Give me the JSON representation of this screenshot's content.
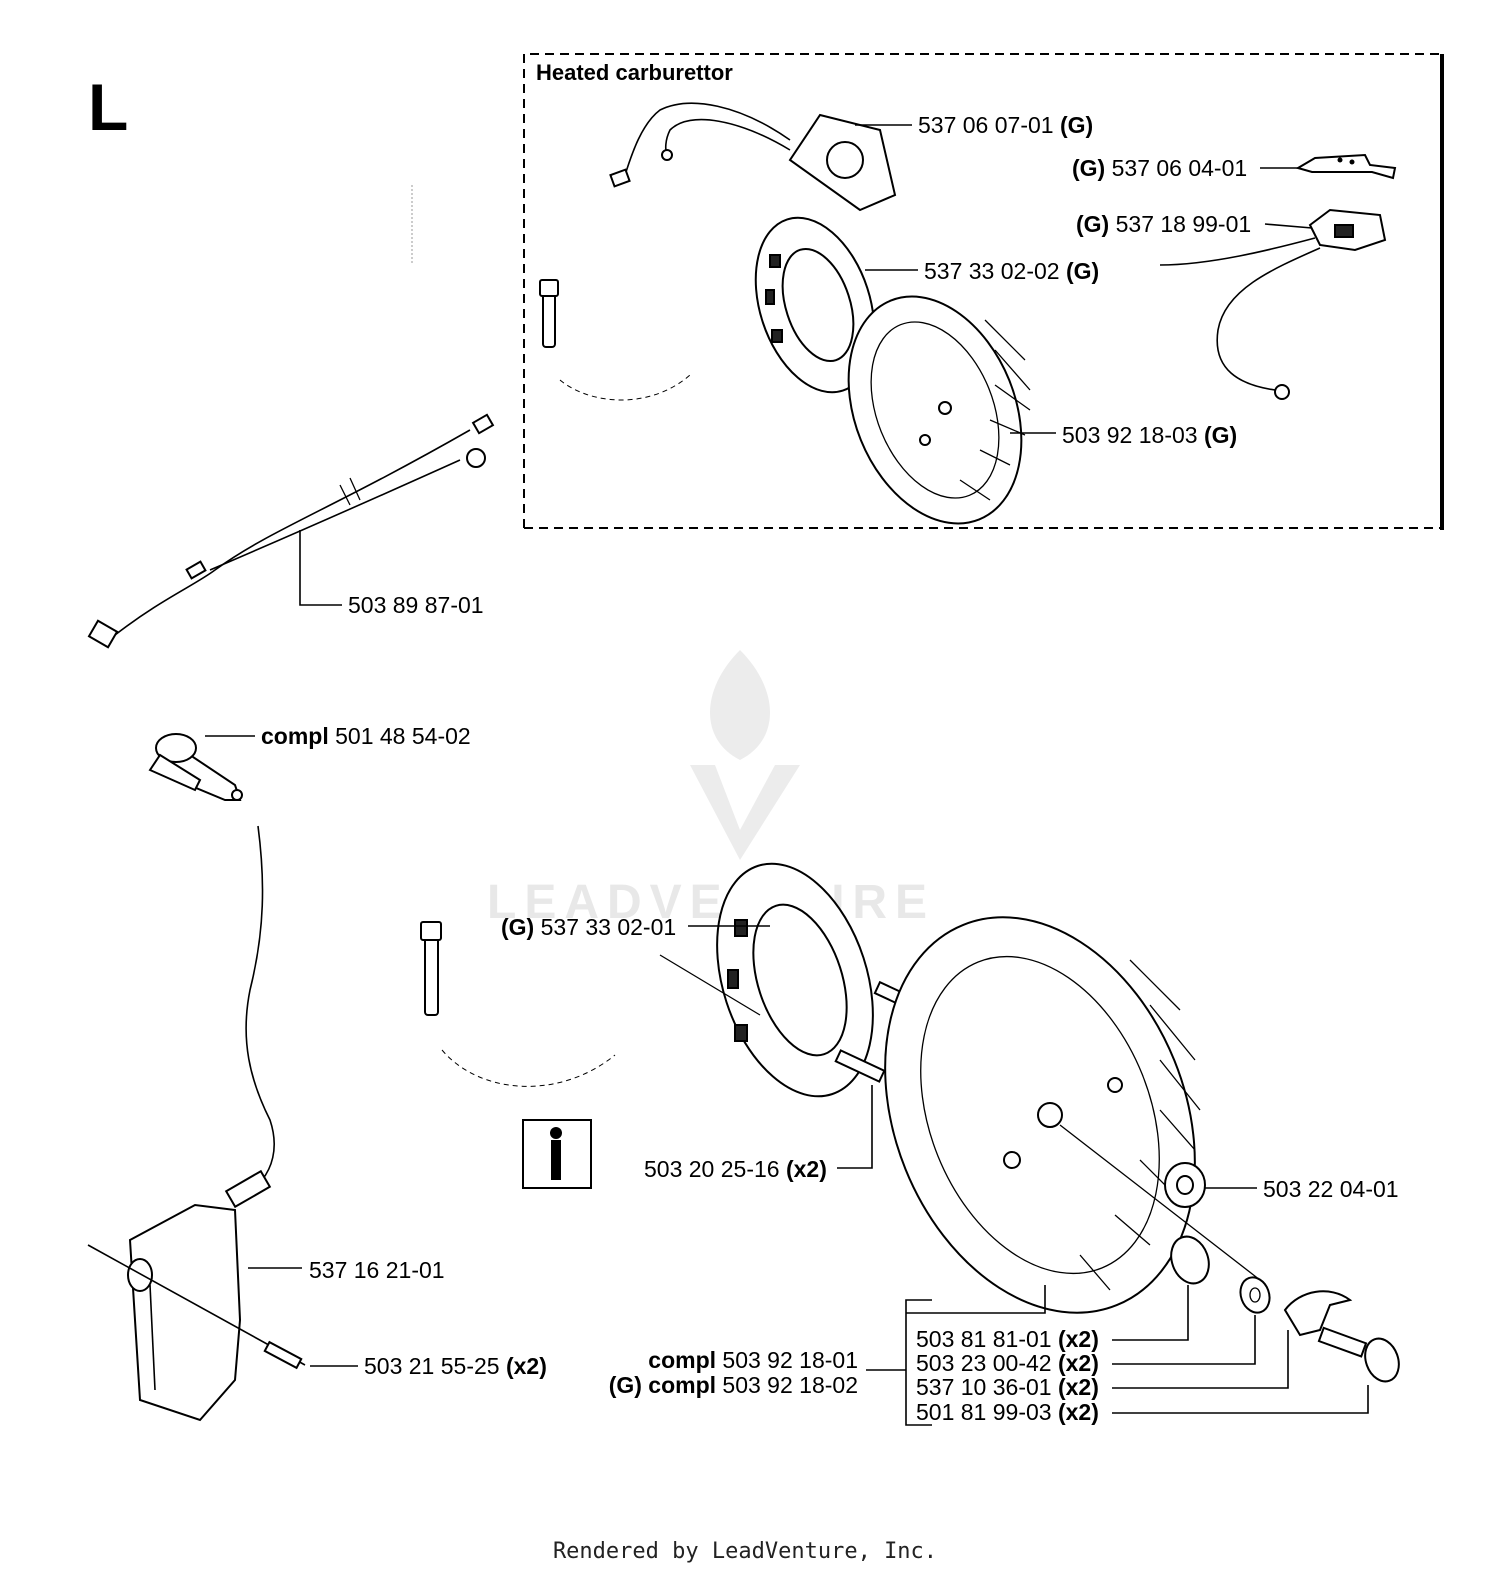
{
  "section_letter": "L",
  "inset": {
    "title": "Heated carburettor"
  },
  "watermark": "LEADVENTURE",
  "footer": "Rendered by LeadVenture, Inc.",
  "labels": {
    "p1": {
      "num": "537 06 07-01",
      "suffix": "(G)"
    },
    "p2": {
      "prefix": "(G)",
      "num": "537 06 04-01"
    },
    "p3": {
      "prefix": "(G)",
      "num": "537 18 99-01"
    },
    "p4": {
      "num": "537 33 02-02",
      "suffix": "(G)"
    },
    "p5": {
      "num": "503 92 18-03",
      "suffix": "(G)"
    },
    "p6": {
      "num": "503 89 87-01"
    },
    "p7": {
      "prefix": "compl",
      "num": "501 48 54-02"
    },
    "p8": {
      "prefix": "(G)",
      "num": "537 33 02-01"
    },
    "p9": {
      "num": "503 20 25-16",
      "suffix": "(x2)"
    },
    "p10": {
      "num": "503 22 04-01"
    },
    "p11": {
      "num": "537 16 21-01"
    },
    "p12": {
      "num": "503 21 55-25",
      "suffix": "(x2)"
    },
    "p13": {
      "num": "503 81 81-01",
      "suffix": "(x2)"
    },
    "p14": {
      "num": "503 23 00-42",
      "suffix": "(x2)"
    },
    "p15": {
      "num": "537 10 36-01",
      "suffix": "(x2)"
    },
    "p16": {
      "num": "501 81 99-03",
      "suffix": "(x2)"
    },
    "p17": {
      "prefix": "compl",
      "num": "503 92 18-01"
    },
    "p18": {
      "prefix": "(G) compl",
      "num": "503 92 18-02"
    }
  }
}
